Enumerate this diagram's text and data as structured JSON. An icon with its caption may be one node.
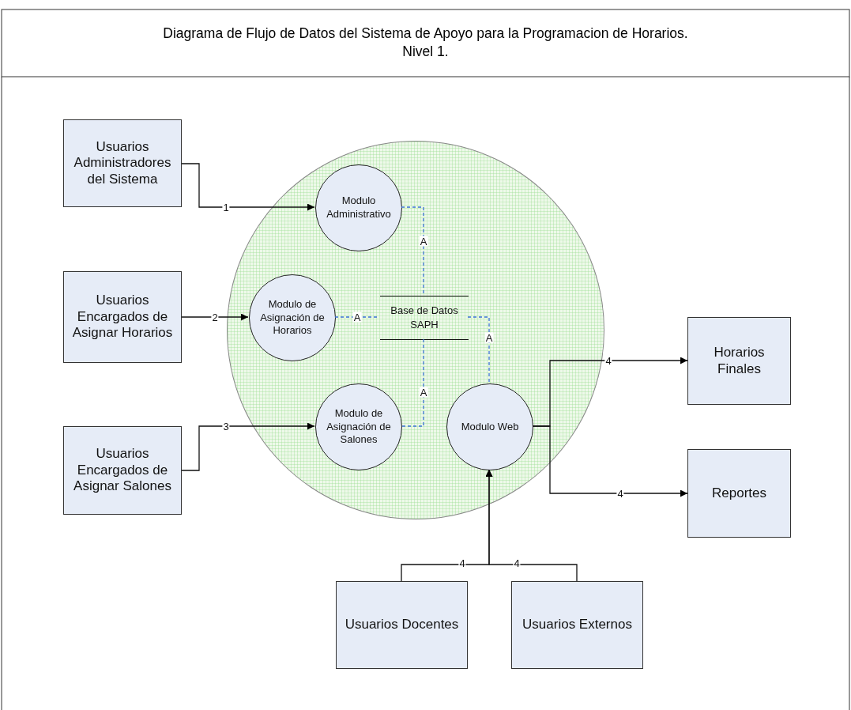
{
  "diagram": {
    "title": "Diagrama de Flujo de Datos del Sistema de Apoyo para la Programacion de Horarios.",
    "nodes": [
      {
        "text": [
          "Usuarios Administradores del Sistema"
        ]
      },
      {
        "text": [
          "Usuarios Encargados de Asignar Horarios"
        ]
      },
      {
        "text": [
          "Usuarios Encargados de Asignar Salones"
        ]
      },
      {
        "text": [],
        "shape": "circle"
      },
      {
        "text": [
          "Modulo Administrativo"
        ],
        "in": 3
      },
      {
        "text": [
          "Modulo de Asignación de Horarios"
        ],
        "in": 3
      },
      {
        "text": [
          "Base de Datos SAPH"
        ],
        "in": 3
      },
      {
        "text": [
          "Modulo de Asignación de Salones"
        ],
        "in": 3
      },
      {
        "text": [
          "Modulo Web"
        ],
        "in": 3
      },
      {
        "text": [
          "Horarios Finales"
        ]
      },
      {
        "text": [
          "Reportes"
        ]
      },
      {
        "text": [
          "Usuarios Docentes"
        ]
      },
      {
        "text": [
          "Usuarios Externos"
        ]
      }
    ],
    "edges": [
      {
        "from": 0,
        "to": 4,
        "arrow": "to",
        "label": "1"
      },
      {
        "from": 1,
        "to": 5,
        "arrow": "to",
        "label": "2"
      },
      {
        "from": 2,
        "to": 7,
        "arrow": "to",
        "label": "3"
      },
      {
        "from": 4,
        "to": 6,
        "arrow": "none",
        "label": "A",
        "style": "dashed",
        "color": "#3d73d6"
      },
      {
        "from": 5,
        "to": 6,
        "arrow": "none",
        "label": "A",
        "style": "dashed",
        "color": "#3d73d6"
      },
      {
        "from": 6,
        "to": 7,
        "arrow": "none",
        "label": "A",
        "style": "dashed",
        "color": "#3d73d6"
      },
      {
        "from": 6,
        "to": 8,
        "arrow": "none",
        "label": "A",
        "style": "dashed",
        "color": "#3d73d6"
      },
      {
        "from": 8,
        "to": 9,
        "arrow": "to",
        "label": "4"
      },
      {
        "from": 8,
        "to": 10,
        "arrow": "to",
        "label": "4"
      },
      {
        "from": 11,
        "to": 8,
        "arrow": "to",
        "label": "4"
      },
      {
        "from": 12,
        "to": 8,
        "arrow": "to",
        "label": "4"
      }
    ],
    "labels": [
      "Nivel 1."
    ]
  }
}
